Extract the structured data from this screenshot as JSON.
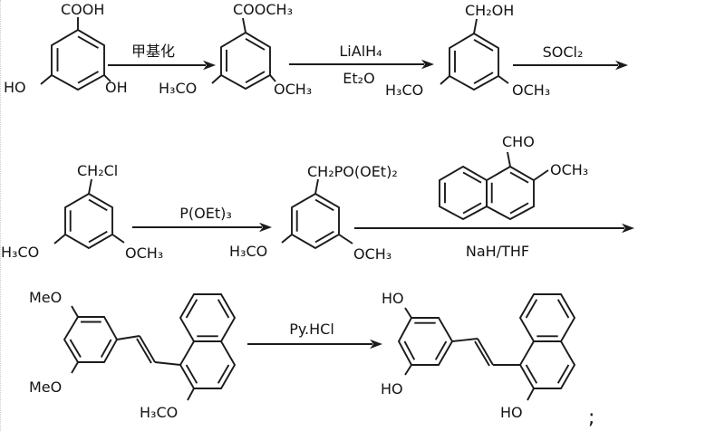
{
  "colors": {
    "ink": "#1b1b1b",
    "background": "#ffffff"
  },
  "scheme": {
    "step1": {
      "reactant": {
        "top": "COOH",
        "bottom_left": "HO",
        "bottom_right": "OH"
      },
      "arrow": {
        "label": "甲基化"
      }
    },
    "step2": {
      "reactant": {
        "top": "COOCH₃",
        "bottom_left": "H₃CO",
        "bottom_right": "OCH₃"
      },
      "arrow": {
        "above": "LiAlH₄",
        "below": "Et₂O"
      }
    },
    "step3": {
      "reactant": {
        "top": "CH₂OH",
        "bottom_left": "H₃CO",
        "bottom_right": "OCH₃"
      },
      "arrow": {
        "label": "SOCl₂"
      }
    },
    "step4": {
      "reactant": {
        "top": "CH₂Cl",
        "bottom_left": "H₃CO",
        "bottom_right": "OCH₃"
      },
      "arrow": {
        "label": "P(OEt)₃"
      }
    },
    "step5": {
      "reactant": {
        "top": "CH₂PO(OEt)₂",
        "bottom_left": "H₃CO",
        "bottom_right": "OCH₃"
      },
      "reagent": {
        "top": "CHO",
        "right": "OCH₃"
      },
      "arrow": {
        "below": "NaH/THF"
      }
    },
    "step6": {
      "reactant": {
        "top_left": "MeO",
        "bottom_left": "MeO",
        "naphthyl": "H₃CO"
      },
      "arrow": {
        "label": "Py.HCl"
      },
      "product": {
        "top_left": "HO",
        "bottom_left": "HO",
        "naphthyl": "HO"
      }
    },
    "terminator": ";"
  }
}
